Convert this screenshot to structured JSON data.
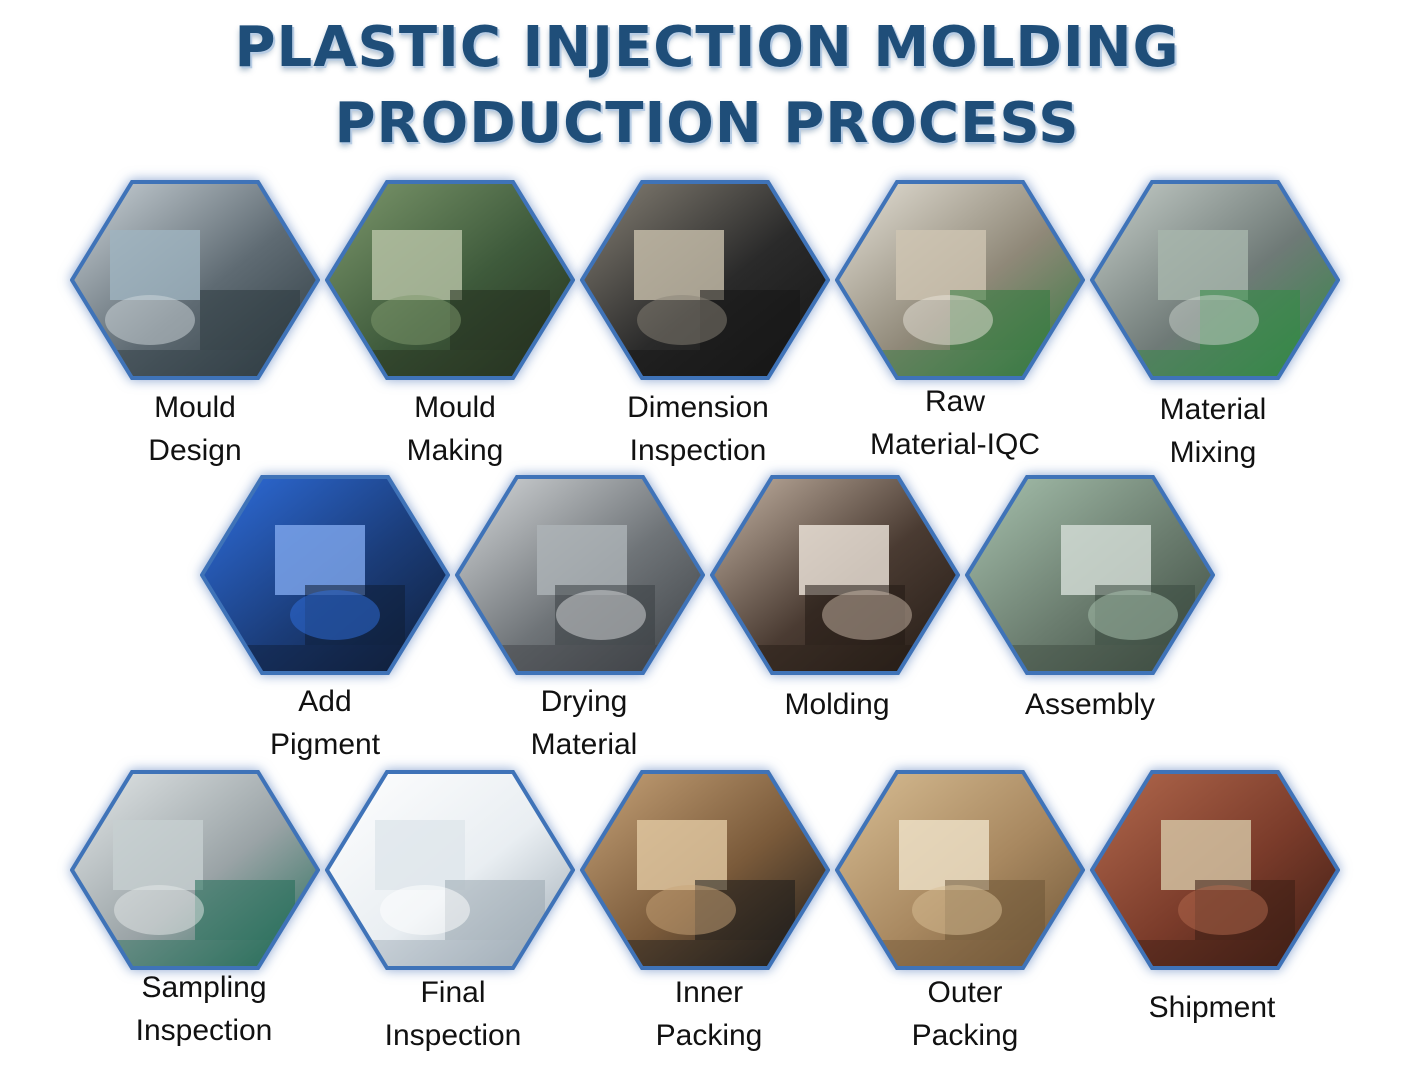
{
  "title": {
    "line1": "PLASTIC INJECTION MOLDING",
    "line2": "PRODUCTION PROCESS"
  },
  "accent_color": "#1f4e79",
  "hex_border_color": "#3f73b8",
  "steps": [
    {
      "line1": "Mould",
      "line2": "Design",
      "photo": "computer-cad-photo"
    },
    {
      "line1": "Mould",
      "line2": "Making",
      "photo": "cnc-machine-photo"
    },
    {
      "line1": "Dimension",
      "line2": "Inspection",
      "photo": "profile-projector-photo"
    },
    {
      "line1": "Raw",
      "line2": "Material-IQC",
      "photo": "warehouse-sacks-photo"
    },
    {
      "line1": "Material",
      "line2": "Mixing",
      "photo": "mixing-tanks-photo"
    },
    {
      "line1": "Add",
      "line2": "Pigment",
      "photo": "blue-pellets-bucket-photo"
    },
    {
      "line1": "Drying",
      "line2": "Material",
      "photo": "hopper-dryer-photo"
    },
    {
      "line1": "Molding",
      "line2": "",
      "photo": "mold-cavity-photo"
    },
    {
      "line1": "Assembly",
      "line2": "",
      "photo": "factory-floor-photo"
    },
    {
      "line1": "Sampling",
      "line2": "Inspection",
      "photo": "caliper-measuring-photo"
    },
    {
      "line1": "Final",
      "line2": "Inspection",
      "photo": "inspection-report-photo"
    },
    {
      "line1": "Inner",
      "line2": "Packing",
      "photo": "carton-box-photo"
    },
    {
      "line1": "Outer",
      "line2": "Packing",
      "photo": "pallet-cartons-photo"
    },
    {
      "line1": "Shipment",
      "line2": "",
      "photo": "container-loading-photo"
    }
  ]
}
